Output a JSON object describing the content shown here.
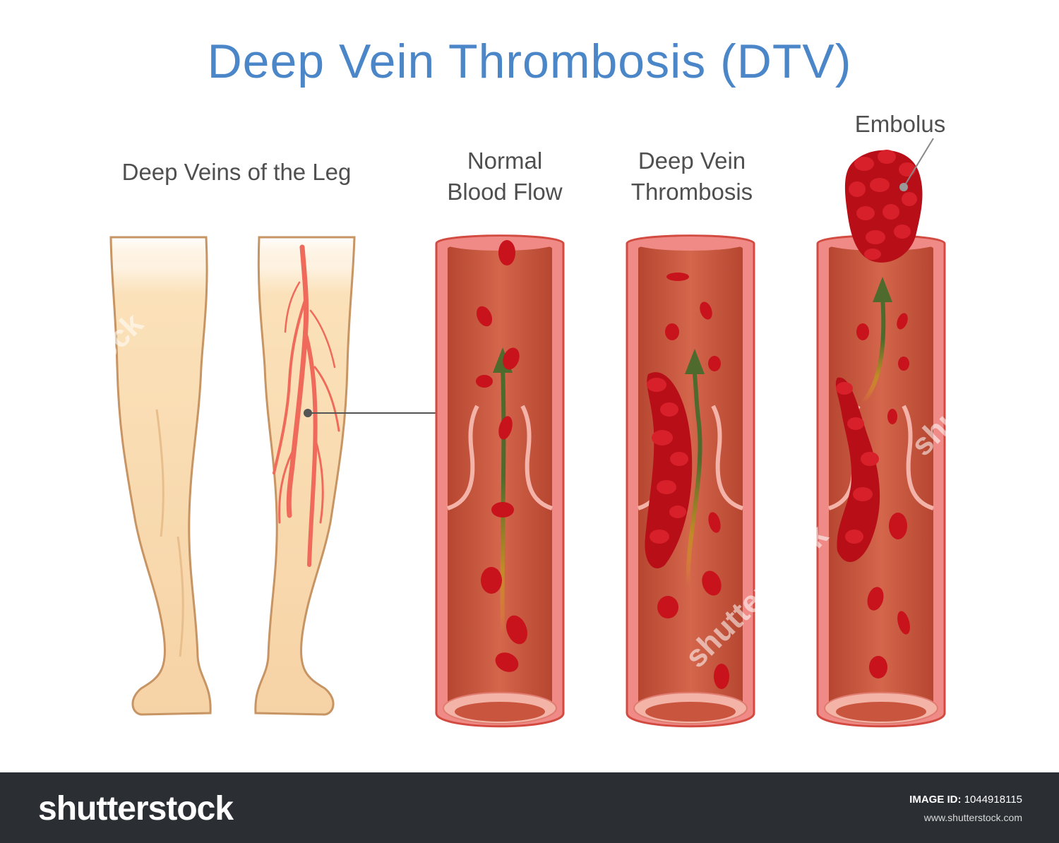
{
  "title": "Deep Vein Thrombosis (DTV)",
  "labels": {
    "legs": "Deep Veins of the Leg",
    "normal_line1": "Normal",
    "normal_line2": "Blood Flow",
    "dvt_line1": "Deep Vein",
    "dvt_line2": "Thrombosis",
    "embolus": "Embolus"
  },
  "colors": {
    "title": "#4a86c8",
    "vein_outer": "#ef8a86",
    "vein_inner": "#c9553f",
    "blood_cell": "#c8121c",
    "skin": "#fbe1b9",
    "flow_arrow": "#4e6a2c"
  },
  "footer": {
    "logo": "shutterstock",
    "image_id_label": "IMAGE ID:",
    "image_id_value": "1044918115",
    "site": "www.shutterstock.com"
  },
  "watermarks": [
    "shutterstock",
    "shutterstock",
    "shutterstock"
  ]
}
